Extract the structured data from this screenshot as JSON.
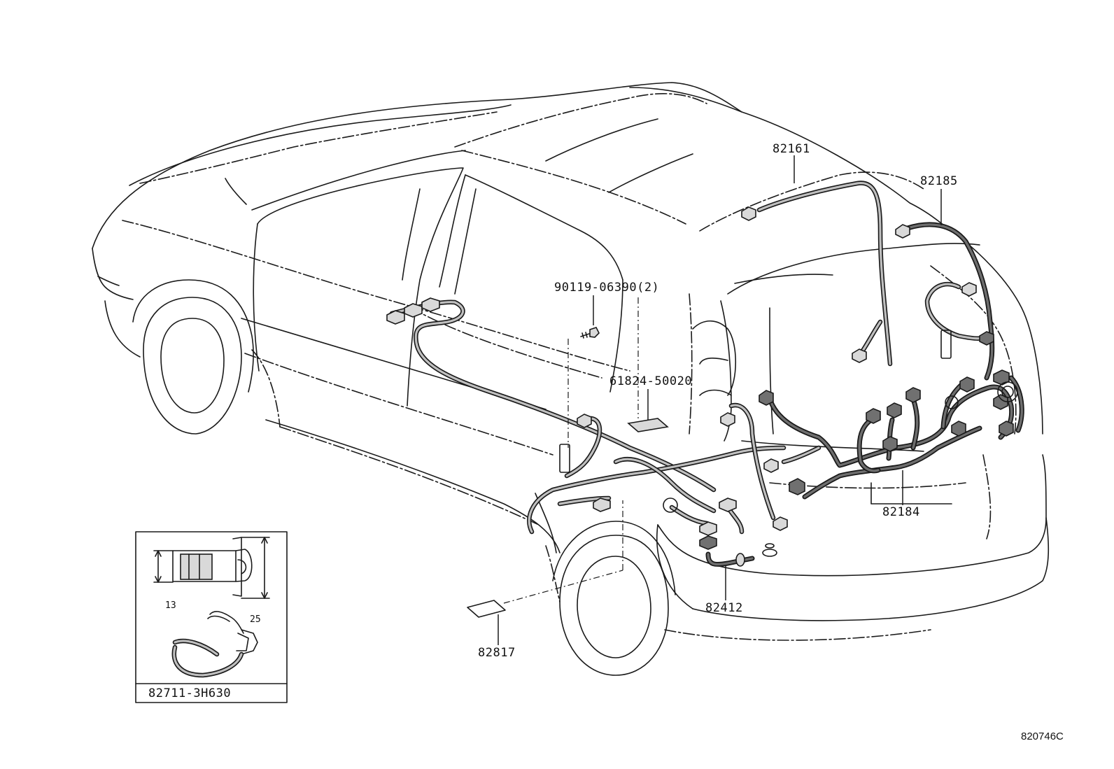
{
  "diagram_id": "820746C",
  "callouts": {
    "c82161": "82161",
    "c82185": "82185",
    "c90119": "90119-06390(2)",
    "c61824": "61824-50020",
    "c82184": "82184",
    "c82412": "82412",
    "c82817": "82817"
  },
  "inset": {
    "part_number": "82711-3H630",
    "dim_height": "13",
    "dim_overall": "25"
  }
}
